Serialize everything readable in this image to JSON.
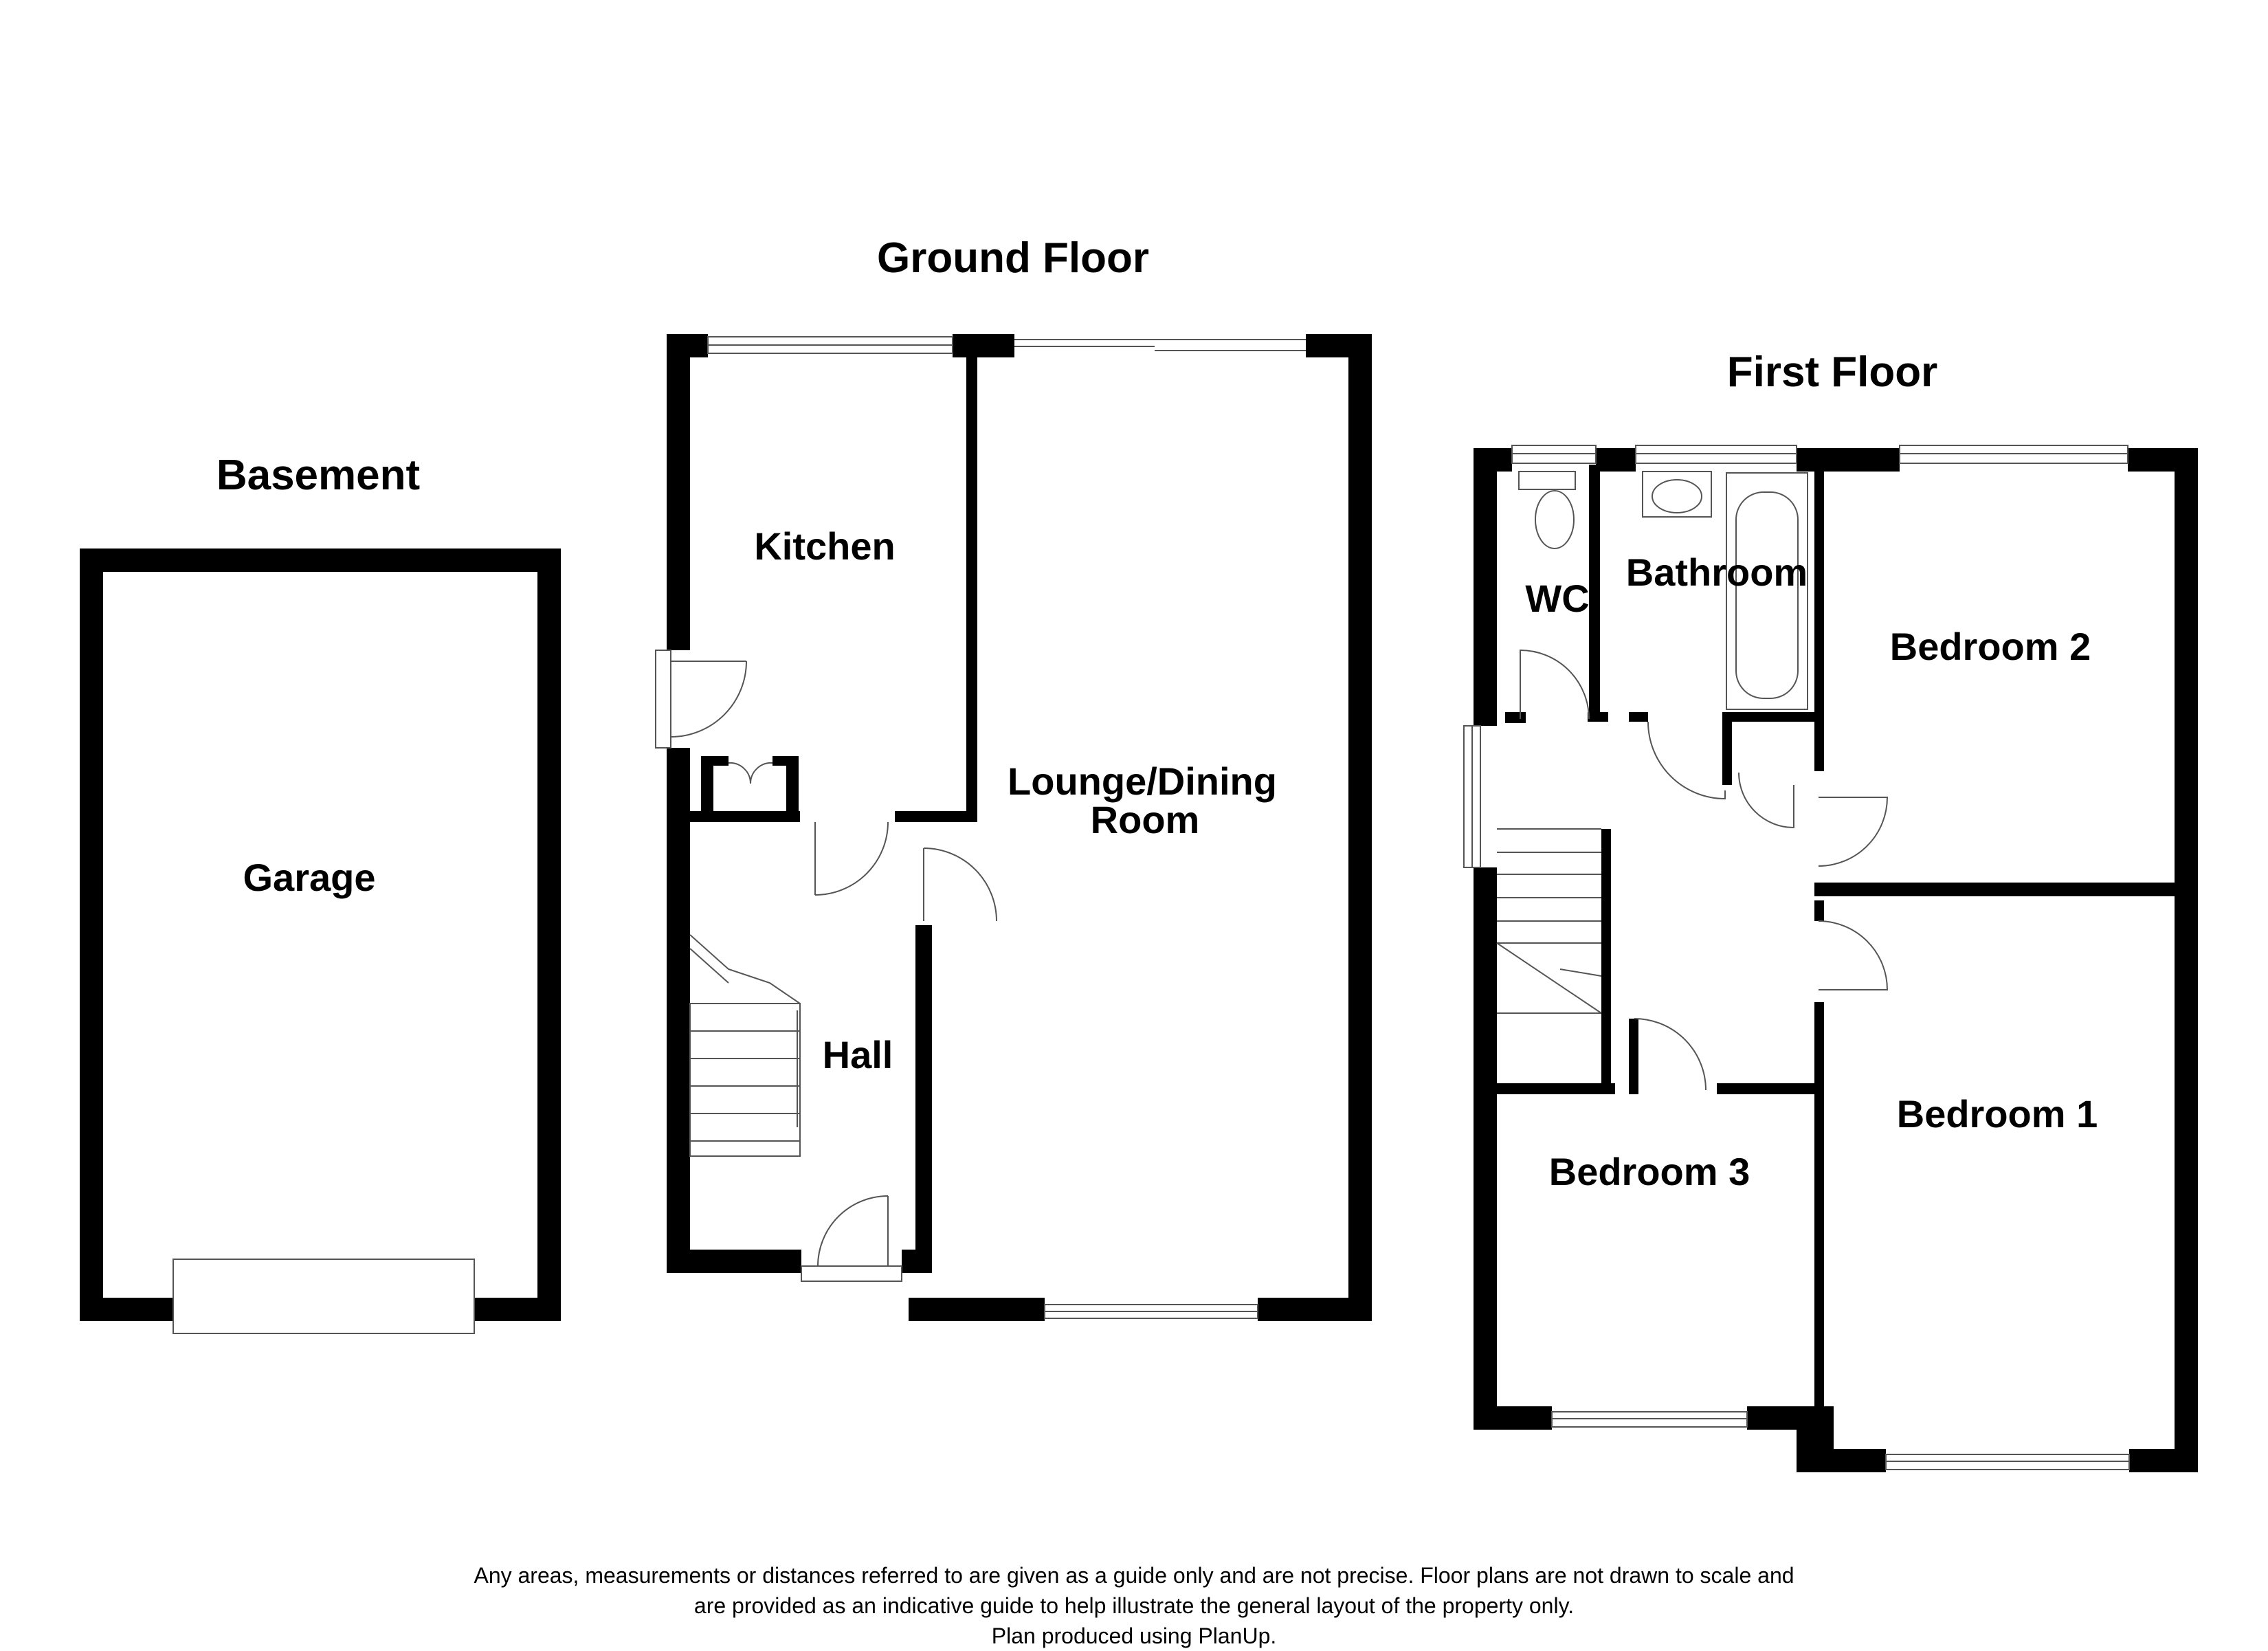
{
  "floors": {
    "basement": "Basement",
    "ground": "Ground Floor",
    "first": "First Floor"
  },
  "rooms": {
    "garage": "Garage",
    "kitchen": "Kitchen",
    "lounge_line1": "Lounge/Dining",
    "lounge_line2": "Room",
    "hall": "Hall",
    "wc": "WC",
    "bathroom": "Bathroom",
    "bedroom1": "Bedroom 1",
    "bedroom2": "Bedroom 2",
    "bedroom3": "Bedroom 3"
  },
  "disclaimer": {
    "line1": "Any areas, measurements or distances referred to are given as a guide only and are not precise. Floor plans are not drawn to scale and",
    "line2": "are provided as an indicative guide to help illustrate the general layout of the property only.",
    "line3": "Plan produced using PlanUp."
  },
  "colors": {
    "wall": "#000000",
    "background": "#ffffff",
    "fixture_stroke": "#555555"
  }
}
